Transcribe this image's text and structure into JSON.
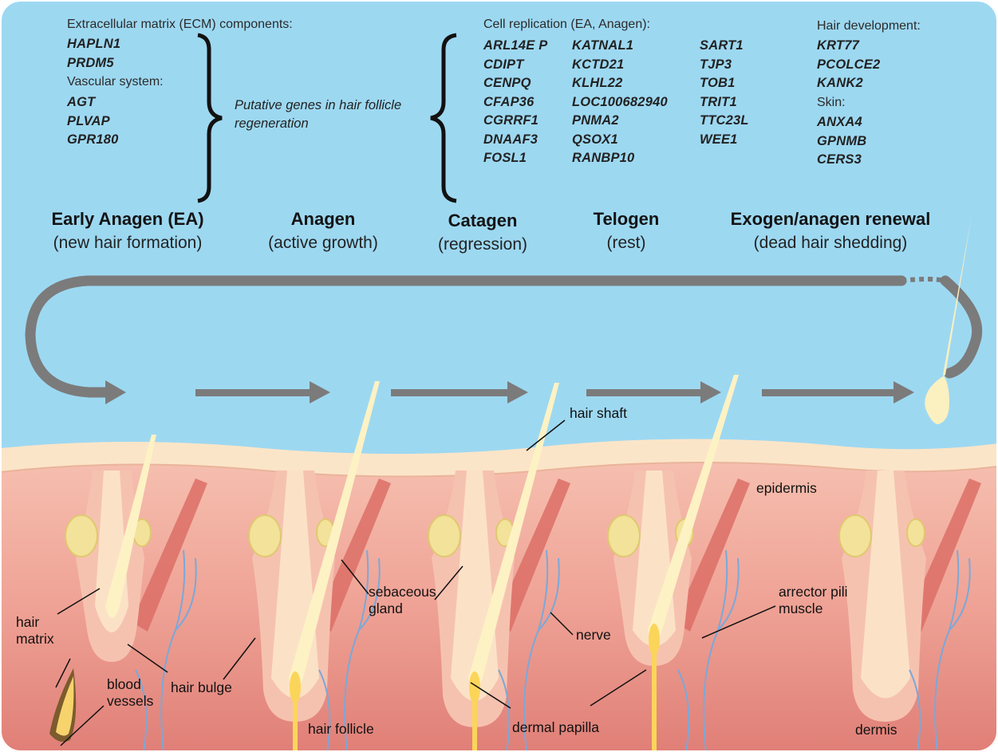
{
  "gene_groups": {
    "ecm": {
      "heading": "Extracellular matrix (ECM) components:",
      "genes": [
        "HAPLN1",
        "PRDM5"
      ]
    },
    "vascular": {
      "heading": "Vascular system:",
      "genes": [
        "AGT",
        "PLVAP",
        "GPR180"
      ]
    },
    "putative": "Putative genes in hair follicle regeneration",
    "cell_replication": {
      "heading": "Cell replication (EA, Anagen):",
      "col1": [
        "ARL14E P",
        "CDIPT",
        "CENPQ",
        "CFAP36",
        "CGRRF1",
        "DNAAF3",
        "FOSL1"
      ],
      "col2": [
        "KATNAL1",
        "KCTD21",
        "KLHL22",
        "LOC100682940",
        "PNMA2",
        "QSOX1",
        "RANBP10"
      ],
      "col3": [
        "SART1",
        "TJP3",
        "TOB1",
        "TRIT1",
        "TTC23L",
        "WEE1"
      ]
    },
    "hair_development": {
      "heading": "Hair development:",
      "genes": [
        "KRT77",
        "PCOLCE2",
        "KANK2"
      ]
    },
    "skin": {
      "heading": "Skin:",
      "genes": [
        "ANXA4",
        "GPNMB",
        "CERS3"
      ]
    }
  },
  "phases": [
    {
      "name": "Early Anagen (EA)",
      "desc": "(new hair formation)"
    },
    {
      "name": "Anagen",
      "desc": "(active growth)"
    },
    {
      "name": "Catagen",
      "desc": "(regression)"
    },
    {
      "name": "Telogen",
      "desc": "(rest)"
    },
    {
      "name": "Exogen/anagen renewal",
      "desc": "(dead hair shedding)"
    }
  ],
  "labels": {
    "hair_shaft": "hair shaft",
    "epidermis": "epidermis",
    "hair_matrix": "hair matrix",
    "blood_vessels": "blood vessels",
    "hair_bulge": "hair bulge",
    "sebaceous_gland": "sebaceous gland",
    "hair_follicle": "hair follicle",
    "nerve": "nerve",
    "dermal_papilla": "dermal papilla",
    "arrector_pili_muscle": "arrector pili muscle",
    "dermis": "dermis"
  },
  "colors": {
    "sky": "#9dd8f1",
    "epidermis": "#fbe5c8",
    "dermis_top": "#f5b8a8",
    "dermis_bottom": "#e27f76",
    "follicle": "#f6c2b0",
    "hair": "#fdf2c4",
    "papilla": "#fbd55a",
    "arrow": "#7b7b7b",
    "nerve": "#7ba8d9"
  }
}
